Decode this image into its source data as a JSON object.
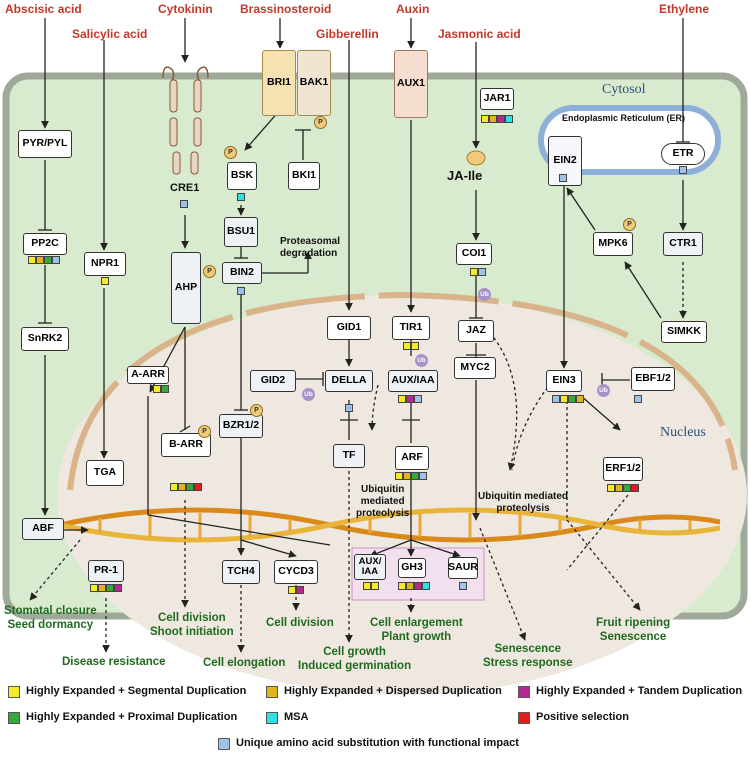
{
  "hormones": {
    "abscisic": "Abscisic acid",
    "salicylic": "Salicylic acid",
    "cytokinin": "Cytokinin",
    "brassinosteroid": "Brassinosteroid",
    "gibberellin": "Gibberellin",
    "auxin": "Auxin",
    "jasmonic": "Jasmonic acid",
    "ethylene": "Ethylene"
  },
  "compartments": {
    "cytosol": "Cytosol",
    "er": "Endoplasmic Reticulum (ER)",
    "nucleus": "Nucleus"
  },
  "nodes": {
    "pyr": "PYR/PYL",
    "pp2c": "PP2C",
    "snrk2": "SnRK2",
    "abf": "ABF",
    "npr1": "NPR1",
    "tga": "TGA",
    "pr1": "PR-1",
    "cre1": "CRE1",
    "ahp": "AHP",
    "aarr": "A-ARR",
    "barr": "B-ARR",
    "bri1": "BRI1",
    "bak1": "BAK1",
    "bki1": "BKI1",
    "bsk": "BSK",
    "bsu1": "BSU1",
    "bin2": "BIN2",
    "bzr": "BZR1/2",
    "tch4": "TCH4",
    "cycd3": "CYCD3",
    "gid1": "GID1",
    "gid2": "GID2",
    "della": "DELLA",
    "tf": "TF",
    "aux1": "AUX1",
    "tir1": "TIR1",
    "auxiaa": "AUX/IAA",
    "arf": "ARF",
    "auxiaa2": "AUX/\nIAA",
    "gh3": "GH3",
    "saur": "SAUR",
    "jar1": "JAR1",
    "jaile": "JA-Ile",
    "coi1": "COI1",
    "jaz": "JAZ",
    "myc2": "MYC2",
    "ein2": "EIN2",
    "etr": "ETR",
    "ctr1": "CTR1",
    "mpk6": "MPK6",
    "simkk": "SIMKK",
    "ein3": "EIN3",
    "ebf": "EBF1/2",
    "erf": "ERF1/2"
  },
  "notes": {
    "proteasomal": "Proteasomal\ndegradation",
    "ubiq1": "Ubiquitin\nmediated\nproteolysis",
    "ubiq2": "Ubiquitin mediated\nproteolysis",
    "p": "P",
    "ub": "Ub"
  },
  "outcomes": {
    "stomatal": "Stomatal closure\nSeed dormancy",
    "disease": "Disease resistance",
    "celldiv1": "Cell division\nShoot initiation",
    "elong": "Cell elongation",
    "celldiv2": "Cell division",
    "growth": "Cell growth\nInduced germination",
    "enlarge": "Cell enlargement\nPlant growth",
    "senescence": "Senescence\nStress response",
    "fruit": "Fruit ripening\nSenescence"
  },
  "legend": {
    "items": [
      "Highly Expanded + Segmental Duplication",
      "Highly Expanded + Dispersed Duplication",
      "Highly Expanded + Tandem Duplication",
      "Highly Expanded + Proximal Duplication",
      "MSA",
      "Positive selection",
      "Unique amino acid substitution with functional impact"
    ],
    "colors": {
      "segmental": "#f5e92a",
      "dispersed": "#e0b41d",
      "tandem": "#b32b8e",
      "proximal": "#3aa640",
      "msa": "#2fe0e3",
      "positive": "#e31b1b",
      "unique": "#9fc3e6"
    }
  },
  "colors": {
    "hormone_text": "#c0392b",
    "cell_fill": "#d8ebcf",
    "cell_wall": "#9fa99a",
    "nucleus_fill": "#efe8e0",
    "outcome_text": "#1e6b1e",
    "er_stroke": "#8cb0d8"
  }
}
